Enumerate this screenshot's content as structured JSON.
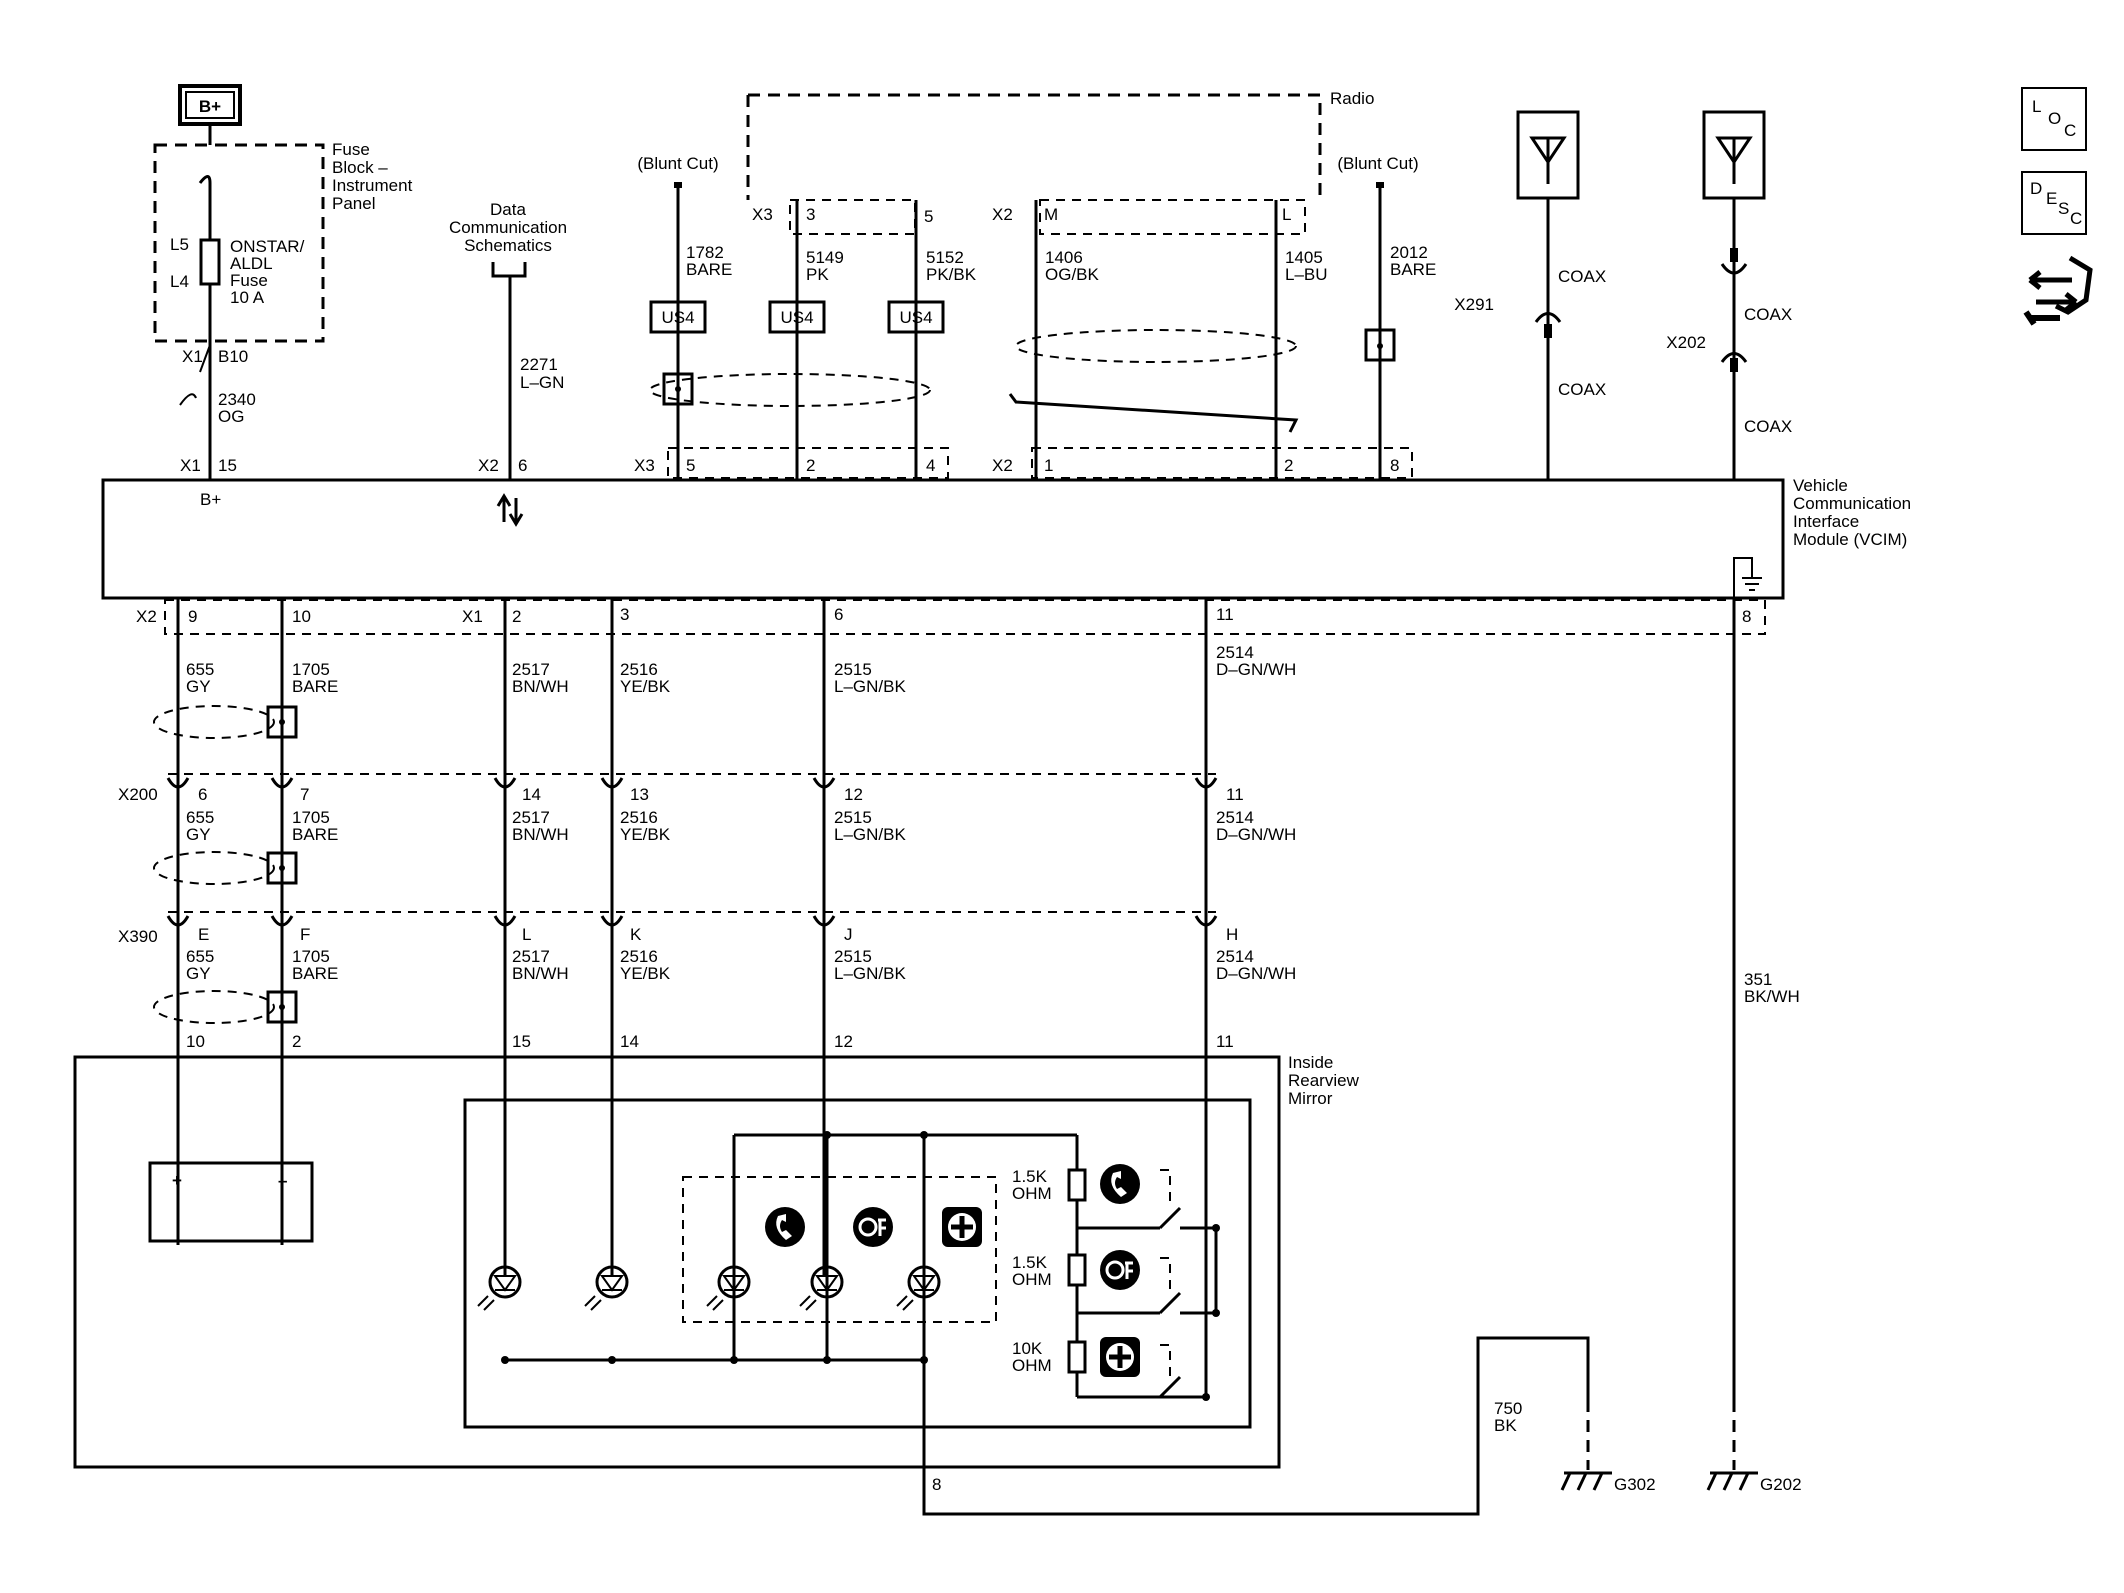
{
  "power": {
    "label": "B+"
  },
  "fuse_block": {
    "title": "Fuse Block – Instrument Panel",
    "title_lines": [
      "Fuse",
      "Block –",
      "Instrument",
      "Panel"
    ],
    "pin_top": "L5",
    "pin_bottom": "L4",
    "fuse_lines": [
      "ONSTAR/",
      "ALDL",
      "Fuse",
      "10 A"
    ],
    "connector": "X1",
    "pin": "B10"
  },
  "data_comm": {
    "lines": [
      "Data",
      "Communication",
      "Schematics"
    ]
  },
  "radio": {
    "label": "Radio"
  },
  "blunt_cut": [
    "(Blunt Cut)",
    "(Blunt Cut)"
  ],
  "splices": [
    "US4",
    "US4",
    "US4"
  ],
  "antennas": [
    {
      "connector": "X291",
      "coax_top": "COAX",
      "coax_bottom": "COAX"
    },
    {
      "connector": "X202",
      "coax_top": "COAX",
      "coax_bottom": "COAX"
    }
  ],
  "top_wires": [
    {
      "circuit": "2340",
      "color": "OG"
    },
    {
      "circuit": "2271",
      "color": "L–GN"
    },
    {
      "circuit": "1782",
      "color": "BARE"
    },
    {
      "circuit": "5149",
      "color": "PK"
    },
    {
      "circuit": "5152",
      "color": "PK/BK"
    },
    {
      "circuit": "1406",
      "color": "OG/BK"
    },
    {
      "circuit": "1405",
      "color": "L–BU"
    },
    {
      "circuit": "2012",
      "color": "BARE"
    }
  ],
  "radio_pins": {
    "x3": "X3",
    "p3": "3",
    "p5": "5",
    "x2": "X2",
    "pm": "M",
    "pl": "L"
  },
  "vcim_top_pins": {
    "x1": "X1",
    "p15": "15",
    "bplus": "B+",
    "x2": "X2",
    "p6": "6",
    "x3": "X3",
    "p5": "5",
    "p2": "2",
    "p4": "4",
    "x2b": "X2",
    "p1": "1",
    "p2b": "2",
    "p8": "8"
  },
  "vcim": {
    "lines": [
      "Vehicle",
      "Communication",
      "Interface",
      "Module (VCIM)"
    ]
  },
  "vcim_bottom_pins": {
    "x2": "X2",
    "p9": "9",
    "p10": "10",
    "x1": "X1",
    "p2": "2",
    "p3": "3",
    "p6": "6",
    "p11": "11",
    "p8": "8"
  },
  "segment1": [
    {
      "circuit": "655",
      "color": "GY"
    },
    {
      "circuit": "1705",
      "color": "BARE"
    },
    {
      "circuit": "2517",
      "color": "BN/WH"
    },
    {
      "circuit": "2516",
      "color": "YE/BK"
    },
    {
      "circuit": "2515",
      "color": "L–GN/BK"
    },
    {
      "circuit": "2514",
      "color": "D–GN/WH"
    }
  ],
  "x200": {
    "label": "X200",
    "pins": [
      "6",
      "7",
      "14",
      "13",
      "12",
      "11"
    ],
    "wires": [
      {
        "circuit": "655",
        "color": "GY"
      },
      {
        "circuit": "1705",
        "color": "BARE"
      },
      {
        "circuit": "2517",
        "color": "BN/WH"
      },
      {
        "circuit": "2516",
        "color": "YE/BK"
      },
      {
        "circuit": "2515",
        "color": "L–GN/BK"
      },
      {
        "circuit": "2514",
        "color": "D–GN/WH"
      }
    ]
  },
  "x390": {
    "label": "X390",
    "pins": [
      "E",
      "F",
      "L",
      "K",
      "J",
      "H"
    ],
    "wires": [
      {
        "circuit": "655",
        "color": "GY"
      },
      {
        "circuit": "1705",
        "color": "BARE"
      },
      {
        "circuit": "2517",
        "color": "BN/WH"
      },
      {
        "circuit": "2516",
        "color": "YE/BK"
      },
      {
        "circuit": "2515",
        "color": "L–GN/BK"
      },
      {
        "circuit": "2514",
        "color": "D–GN/WH"
      }
    ]
  },
  "ground_wire": {
    "circuit": "351",
    "color": "BK/WH"
  },
  "mirror": {
    "lines": [
      "Inside",
      "Rearview",
      "Mirror"
    ],
    "pins": [
      "10",
      "2",
      "15",
      "14",
      "12",
      "11"
    ],
    "plus": "+",
    "minus": "–",
    "resistors": [
      {
        "value": "1.5K",
        "unit": "OHM"
      },
      {
        "value": "1.5K",
        "unit": "OHM"
      },
      {
        "value": "10K",
        "unit": "OHM"
      }
    ],
    "ground_pin": "8"
  },
  "ground_750": {
    "circuit": "750",
    "color": "BK"
  },
  "grounds": [
    "G302",
    "G202"
  ],
  "side_icons": {
    "loc": {
      "big": "L",
      "small": "O",
      "small2": "C"
    },
    "desc": {
      "big": "D",
      "small": "E",
      "small2": "S",
      "small3": "C"
    }
  }
}
